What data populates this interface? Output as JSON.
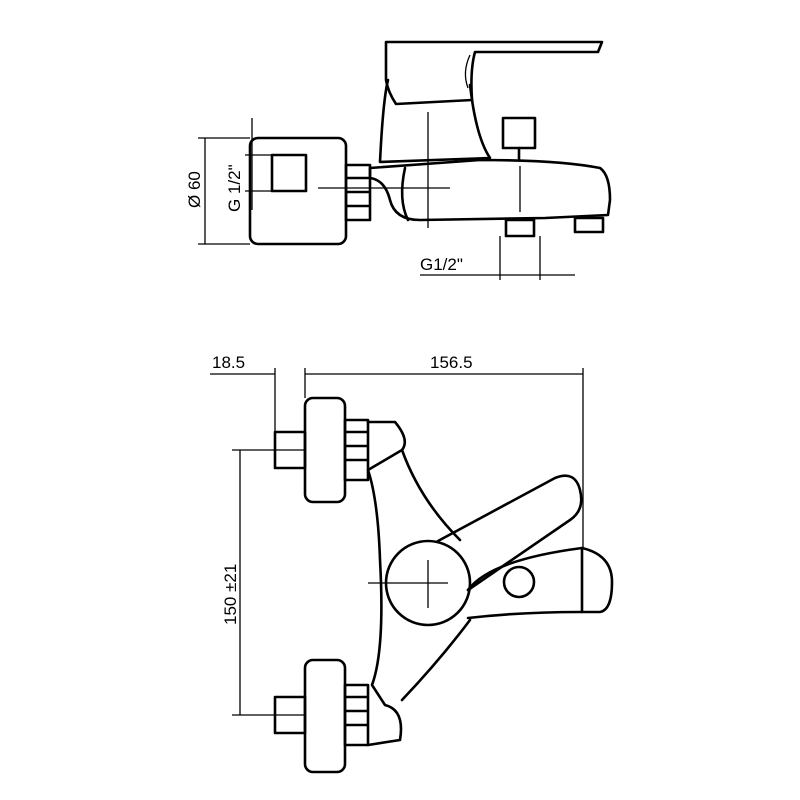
{
  "dimensions": {
    "diameter": "Ø 60",
    "inlet_thread": "G 1/2\"",
    "outlet_thread": "G1/2\"",
    "offset": "18.5",
    "length": "156.5",
    "center_distance": "150 ±21"
  },
  "colors": {
    "line": "#000000",
    "background": "#ffffff"
  }
}
